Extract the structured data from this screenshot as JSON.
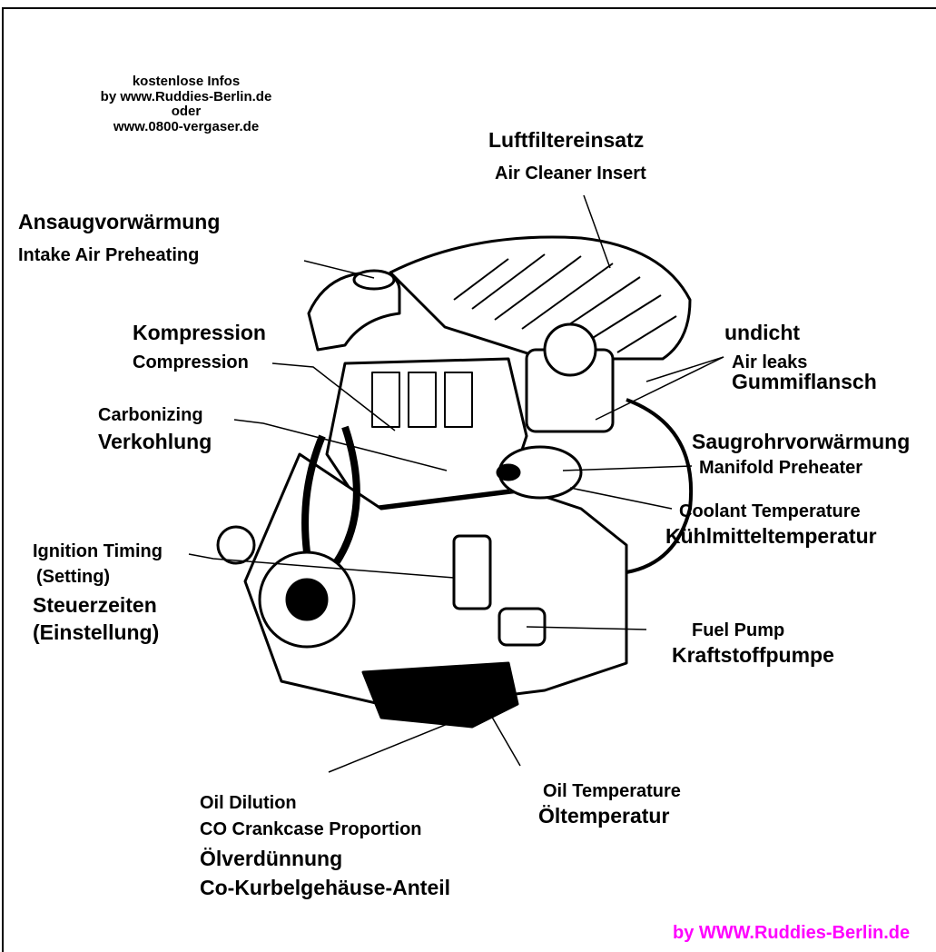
{
  "credits": {
    "line1": "kostenlose Infos",
    "line2": "by www.Ruddies-Berlin.de",
    "line3": "oder",
    "line4": "www.0800-vergaser.de",
    "footer": "by  WWW.Ruddies-Berlin.de",
    "footer_color": "#ff00ff"
  },
  "labels": {
    "luftfilter_de": "Luftfiltereinsatz",
    "luftfilter_en": "Air Cleaner Insert",
    "ansaug_de": "Ansaugvorwärmung",
    "ansaug_en": "Intake Air Preheating",
    "kompression_de": "Kompression",
    "kompression_en": "Compression",
    "undicht_de": "undicht",
    "airleaks_en": "Air leaks",
    "gummiflansch_de": "Gummiflansch",
    "carbonizing_en": "Carbonizing",
    "verkohlung_de": "Verkohlung",
    "saugrohr_de": "Saugrohrvorwärmung",
    "manifold_en": "Manifold Preheater",
    "coolant_en": "Coolant Temperature",
    "kuehlmittel_de": "Kühlmitteltemperatur",
    "ignition_en": "Ignition Timing",
    "setting_en": "(Setting)",
    "steuerzeiten_de": "Steuerzeiten",
    "einstellung_de": "(Einstellung)",
    "fuelpump_en": "Fuel Pump",
    "kraftstoff_de": "Kraftstoffpumpe",
    "oildilution_en": "Oil Dilution",
    "co_en": "CO Crankcase Proportion",
    "oelverd_de": "Ölverdünnung",
    "cokurbel_de": "Co-Kurbelgehäuse-Anteil",
    "oiltemp_en": "Oil Temperature",
    "oeltemp_de": "Öltemperatur"
  }
}
